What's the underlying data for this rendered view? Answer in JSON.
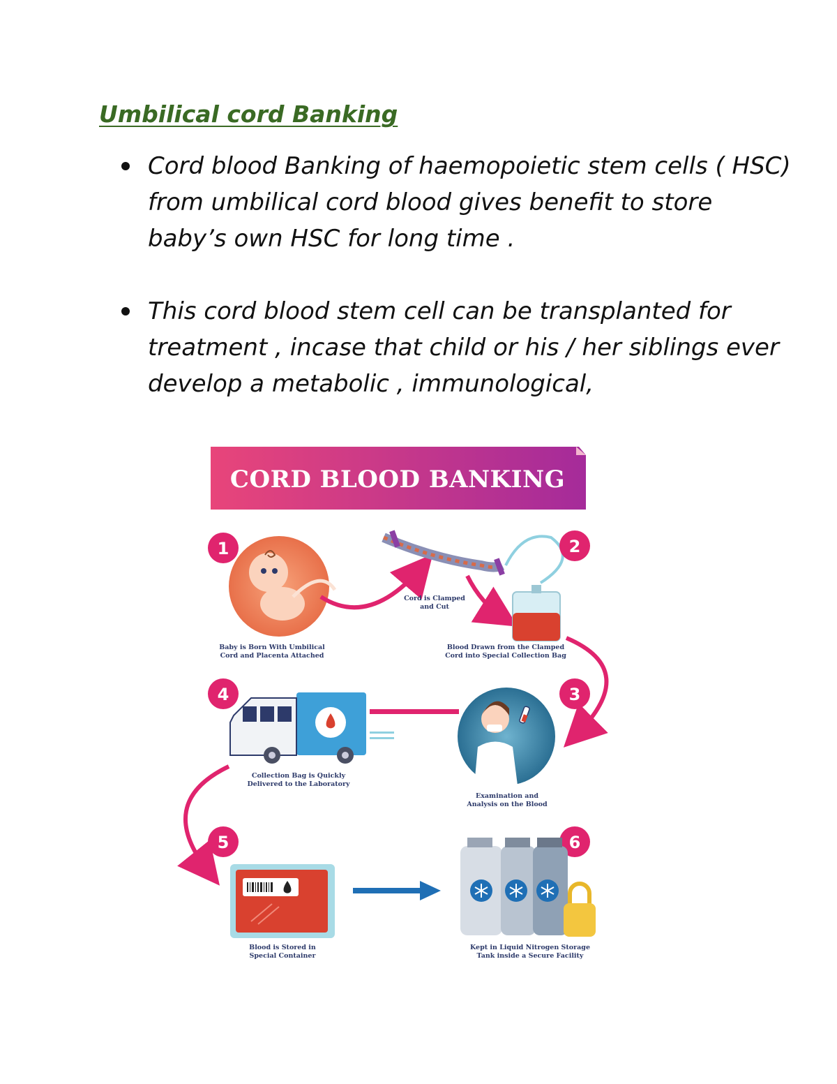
{
  "heading": "Umbilical cord Banking",
  "bullets": [
    {
      "lines": [
        "Cord blood Banking of haemopoietic stem cells ( HSC)",
        "from umbilical  cord blood gives benefit to store",
        "baby’s own HSC for long time ."
      ]
    },
    {
      "lines": [
        "This cord blood stem cell can be transplanted for",
        "treatment  , incase that child or his / her siblings ever",
        "develop  a metabolic , immunological,"
      ]
    }
  ],
  "infographic": {
    "banner": "CORD BLOOD BANKING",
    "colors": {
      "banner_start": "#e8457a",
      "banner_end": "#a52b9a",
      "arrow": "#e0246e",
      "step_badge": "#e0246e",
      "flow_arrow": "#1f6fb5"
    },
    "steps": [
      {
        "number": "1",
        "icon": "baby-icon",
        "caption_lines": [
          "Baby is Born With Umbilical",
          "Cord and Placenta Attached"
        ]
      },
      {
        "number": "2",
        "icon": "collection-bag-icon",
        "caption_lines": [
          "Blood Drawn from the Clamped",
          "Cord into Special Collection Bag"
        ]
      },
      {
        "number": "3",
        "icon": "scientist-icon",
        "caption_lines": [
          "Examination and",
          "Analysis on the Blood"
        ]
      },
      {
        "number": "4",
        "icon": "delivery-truck-icon",
        "caption_lines": [
          "Collection Bag is Quickly",
          "Delivered to the Laboratory"
        ]
      },
      {
        "number": "5",
        "icon": "storage-container-icon",
        "caption_lines": [
          "Blood is Stored in",
          "Special Container"
        ]
      },
      {
        "number": "6",
        "icon": "nitrogen-tanks-icon",
        "caption_lines": [
          "Kept in Liquid Nitrogen Storage",
          "Tank inside a Secure Facility"
        ]
      }
    ],
    "cord_caption_lines": [
      "Cord is Clamped",
      "and Cut"
    ]
  }
}
